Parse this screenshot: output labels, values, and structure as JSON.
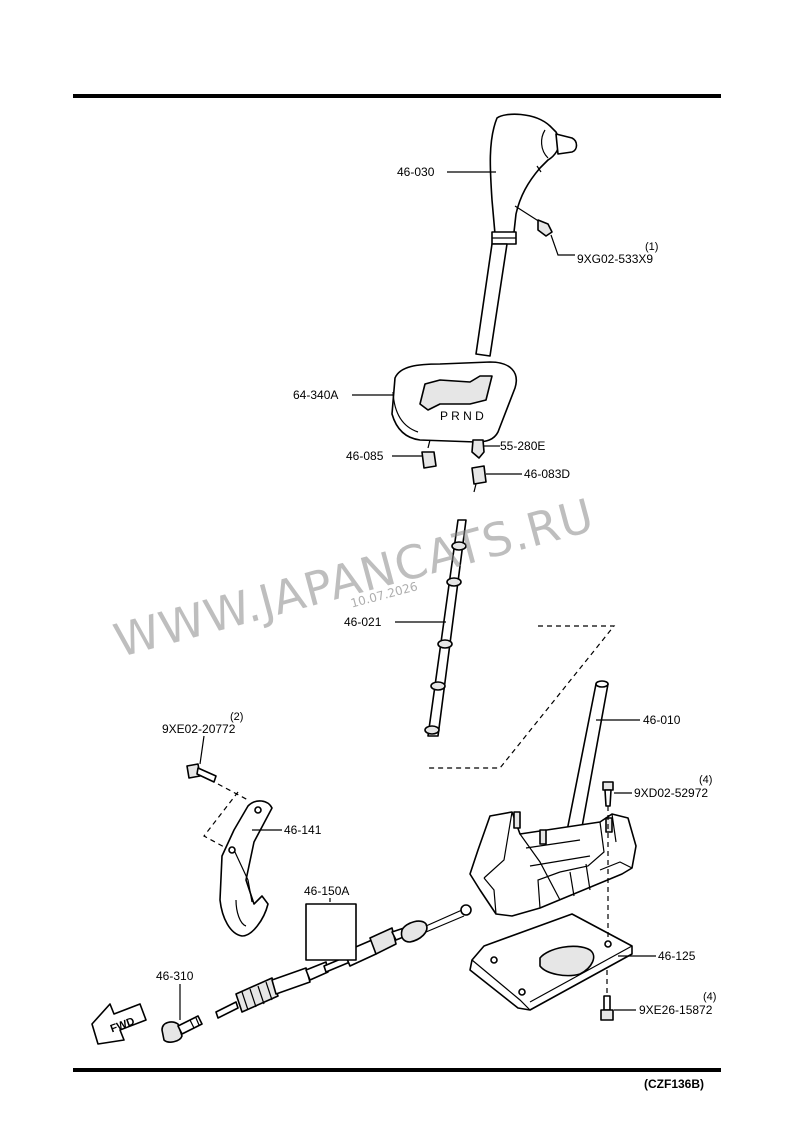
{
  "parts": {
    "p46_030": "46-030",
    "p9xg02": "9XG02-533X9",
    "q9xg02": "(1)",
    "p64_340a": "64-340A",
    "p55_280e": "55-280E",
    "p46_085": "46-085",
    "p46_083d": "46-083D",
    "p46_021": "46-021",
    "p46_010": "46-010",
    "p9xe02": "9XE02-20772",
    "q9xe02": "(2)",
    "p9xd02": "9XD02-52972",
    "q9xd02": "(4)",
    "p46_141": "46-141",
    "p46_150a": "46-150A",
    "p46_125": "46-125",
    "p46_310": "46-310",
    "p9xe26": "9XE26-15872",
    "q9xe26": "(4)"
  },
  "fwd_label": "FWD",
  "diagram_code": "(CZF136B)",
  "watermark": {
    "text": "WWW.JAPANCATS.RU",
    "date": "10.07.2026"
  },
  "gate_letters": "P R N D",
  "colors": {
    "ink": "#000000",
    "watermark": "#8a8a8a"
  }
}
